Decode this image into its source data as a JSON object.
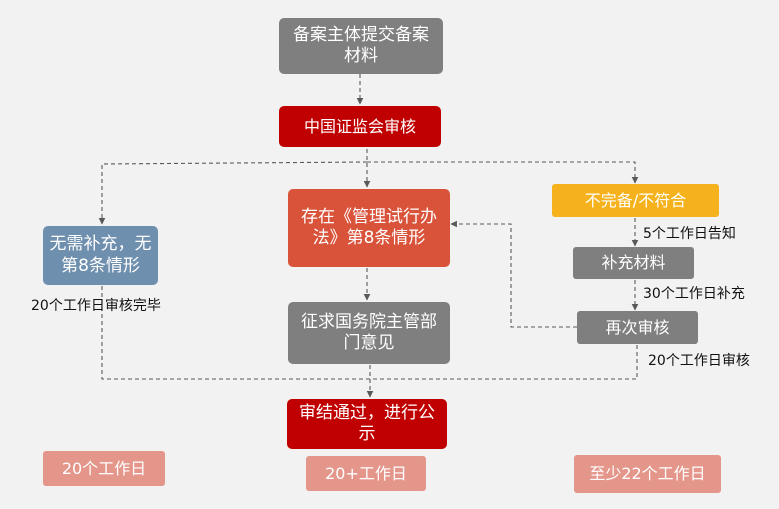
{
  "nodes": {
    "submit": "备案主体提交备案材料",
    "csrc_review": "中国证监会审核",
    "no_supplement": "无需补充，无第8条情形",
    "article8": "存在《管理试行办法》第8条情形",
    "consult": "征求国务院主管部门意见",
    "incomplete": "不完备/不符合",
    "supplement": "补充材料",
    "re_review": "再次审核",
    "conclude": "审结通过，进行公示"
  },
  "labels": {
    "notify_5": "5个工作日告知",
    "supplement_30": "30个工作日补充",
    "review_20": "20个工作日审核",
    "complete_20": "20个工作日审核完毕"
  },
  "durations": {
    "left": "20个工作日",
    "middle": "20+工作日",
    "right": "至少22个工作日"
  },
  "colors": {
    "gray": "#7f7f7f",
    "red": "#c00000",
    "orange_red": "#d9533b",
    "blue": "#6f8fae",
    "gold": "#f5b21c",
    "pink": "#e4968b",
    "connector": "#595959"
  }
}
